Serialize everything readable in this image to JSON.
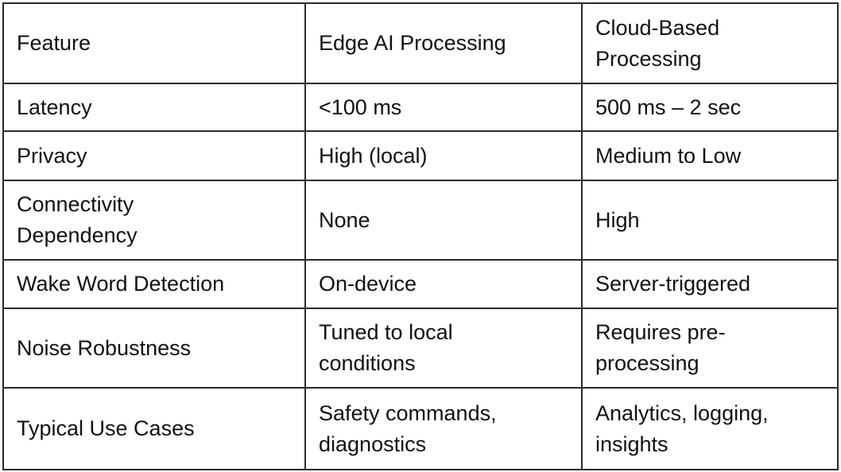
{
  "headers": [
    "Feature",
    "Edge AI Processing",
    "Cloud-Based Processing"
  ],
  "rows": [
    [
      "Latency",
      "<100 ms",
      "500 ms – 2 sec"
    ],
    [
      "Privacy",
      "High (local)",
      "Medium to Low"
    ],
    [
      "Connectivity Dependency",
      "None",
      "High"
    ],
    [
      "Wake Word Detection",
      "On-device",
      "Server-triggered"
    ],
    [
      "Noise Robustness",
      "Tuned to local conditions",
      "Requires pre-processing"
    ],
    [
      "Typical Use Cases",
      "Safety commands, diagnostics",
      "Analytics, logging, insights"
    ]
  ]
}
